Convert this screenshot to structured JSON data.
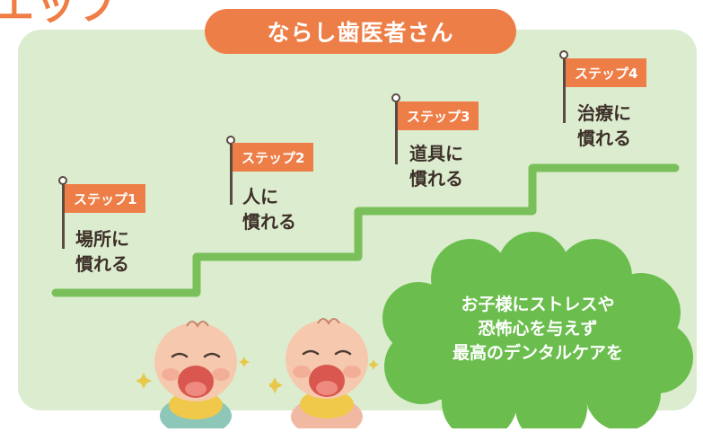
{
  "corner_fragment": "エップ",
  "title": "ならし歯医者さん",
  "steps": [
    {
      "label": "ステップ1",
      "line1": "場所に",
      "line2": "慣れる"
    },
    {
      "label": "ステップ2",
      "line1": "人に",
      "line2": "慣れる"
    },
    {
      "label": "ステップ3",
      "line1": "道具に",
      "line2": "慣れる"
    },
    {
      "label": "ステップ4",
      "line1": "治療に",
      "line2": "慣れる"
    }
  ],
  "cloud": {
    "line1": "お子様にストレスや",
    "line2": "恐怖心を与えず",
    "line3": "最高のデンタルケアを"
  },
  "colors": {
    "accent": "#ee7e47",
    "panel": "#dceccf",
    "stairs": "#79c05a",
    "cloud": "#6bbe4d",
    "text": "#3d3029"
  }
}
